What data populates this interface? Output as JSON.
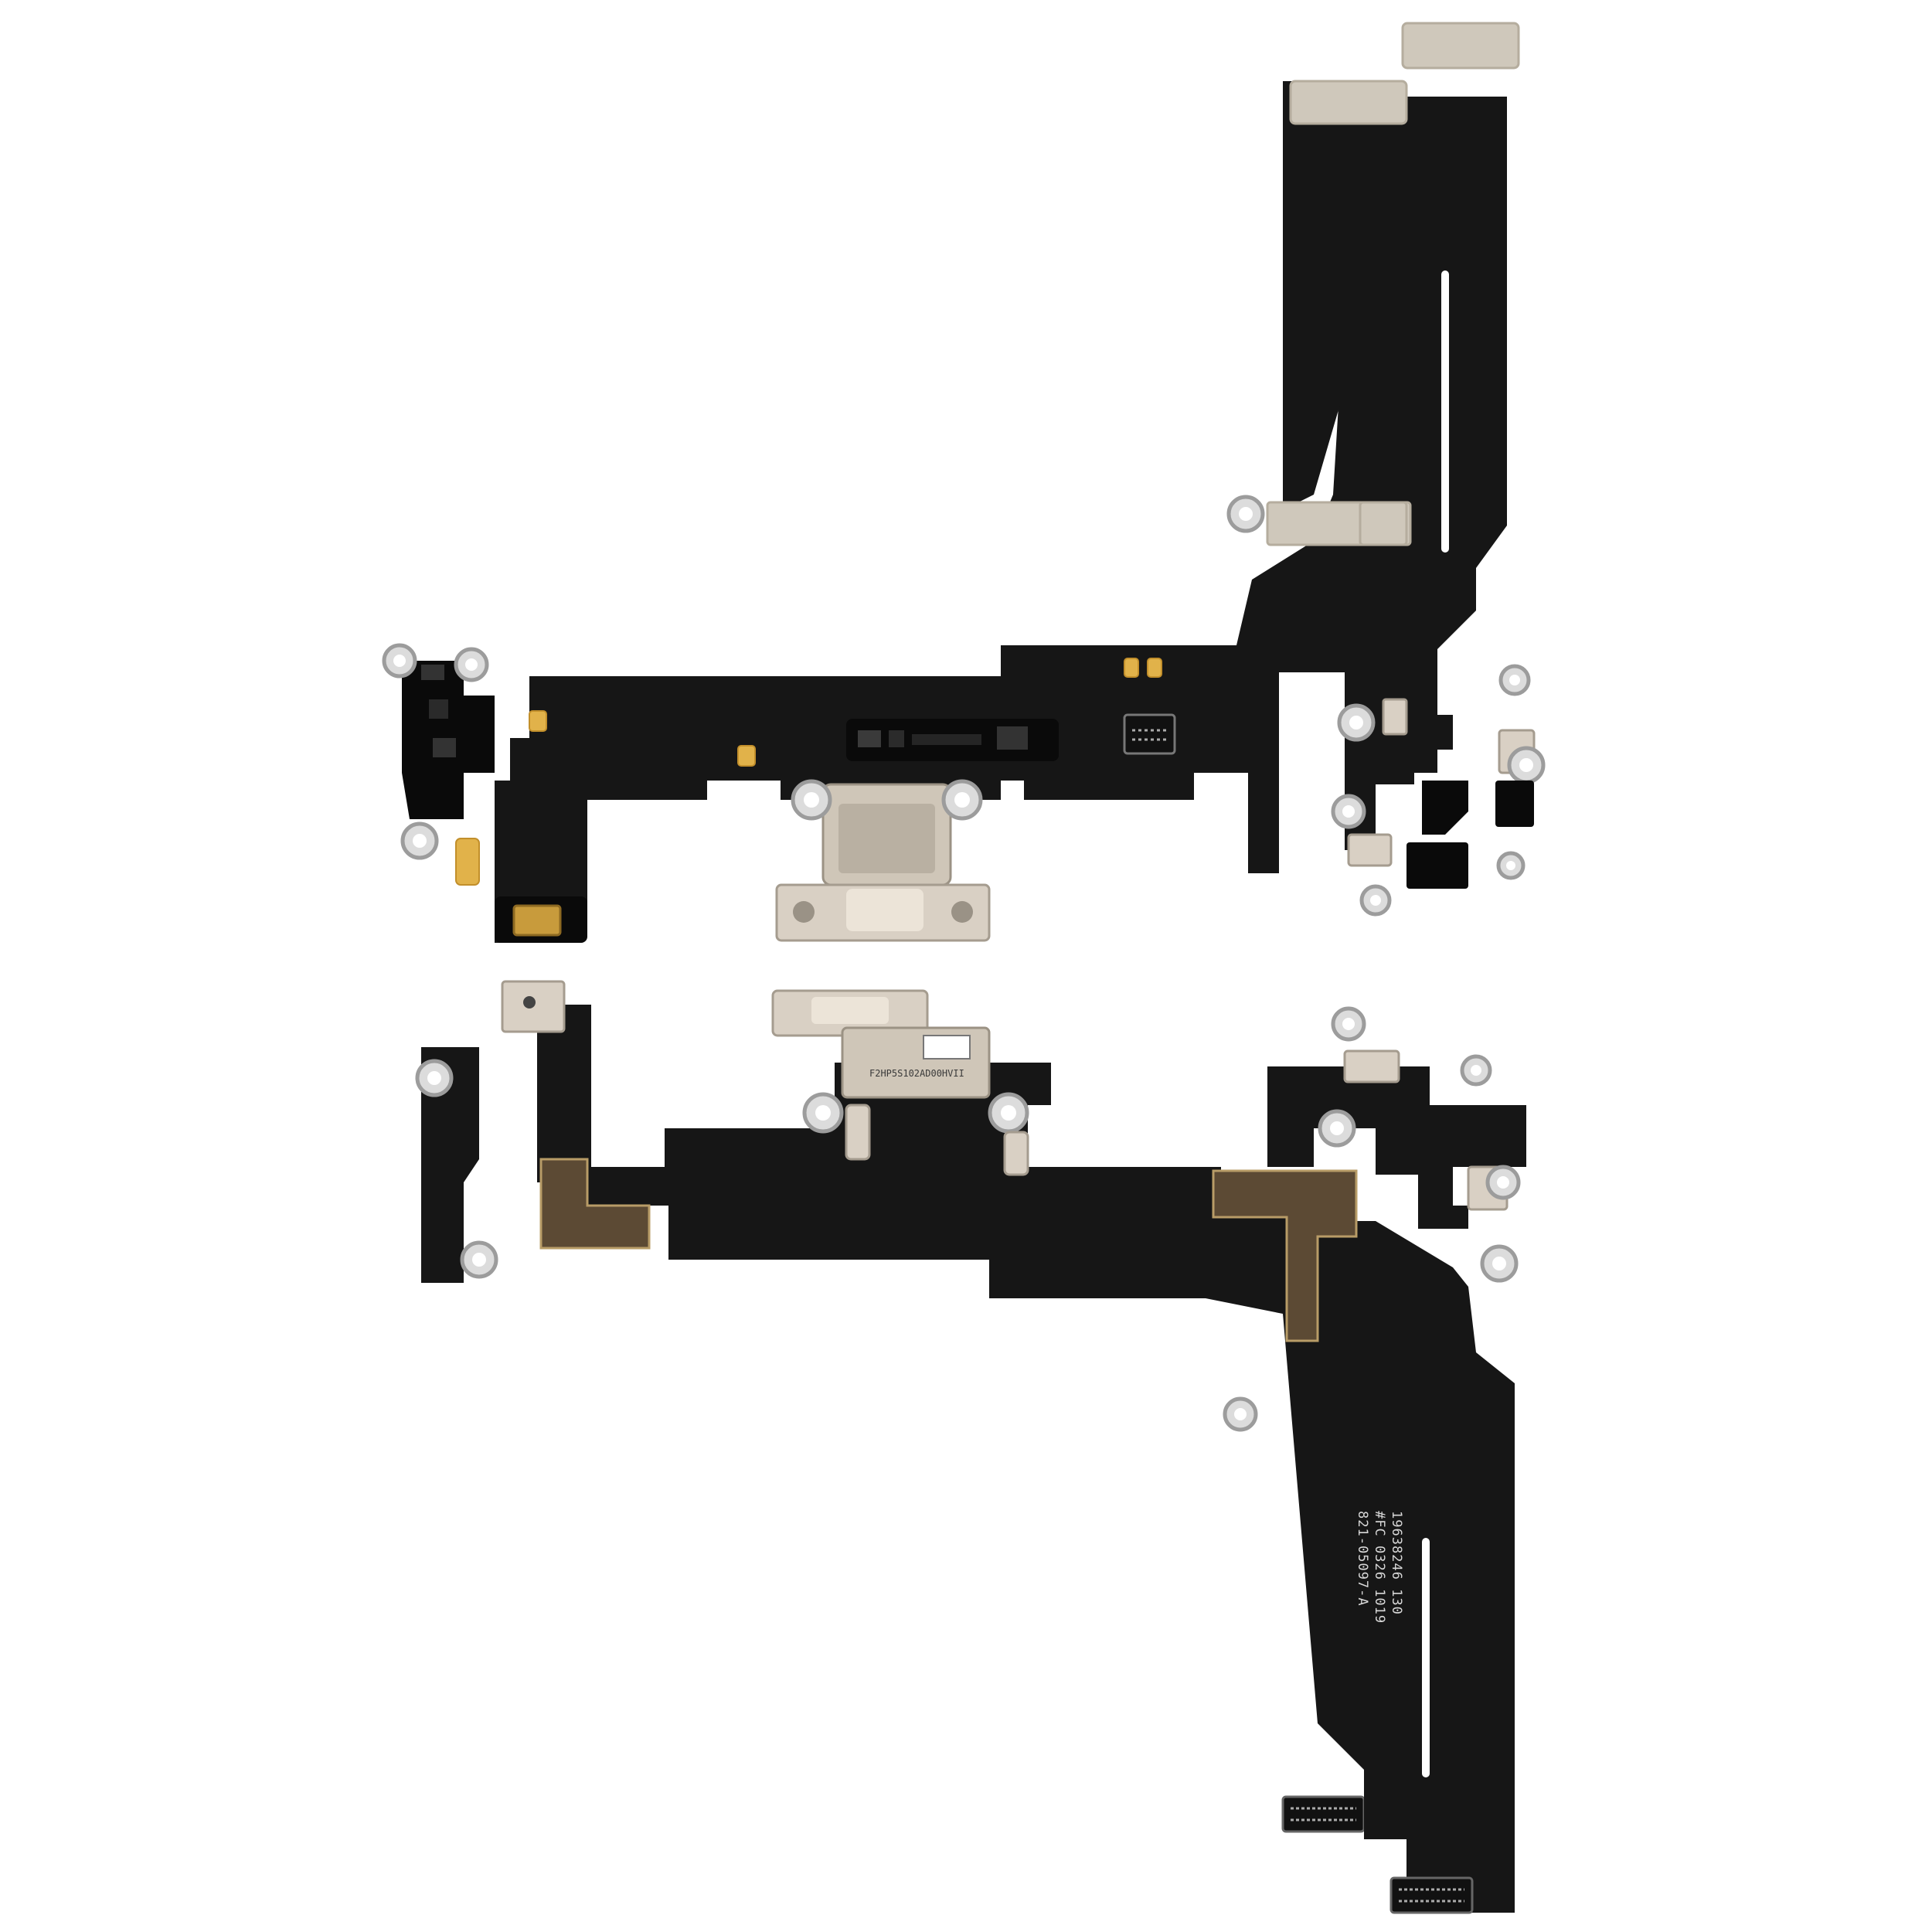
{
  "image": {
    "background_color": "#ffffff",
    "flex_color": "#161616",
    "stiffener_color": "#cfc8bb",
    "copper_color": "#5c4a34",
    "gold_contact_color": "#e1b24a"
  },
  "top_cable": {
    "port_bracket_label": ""
  },
  "bottom_cable": {
    "port_sticker_code": "F2HP5S102AD00HVII",
    "print_lines": [
      "821-05097-A",
      "#FC 0326 1019",
      "19638246 130"
    ]
  }
}
